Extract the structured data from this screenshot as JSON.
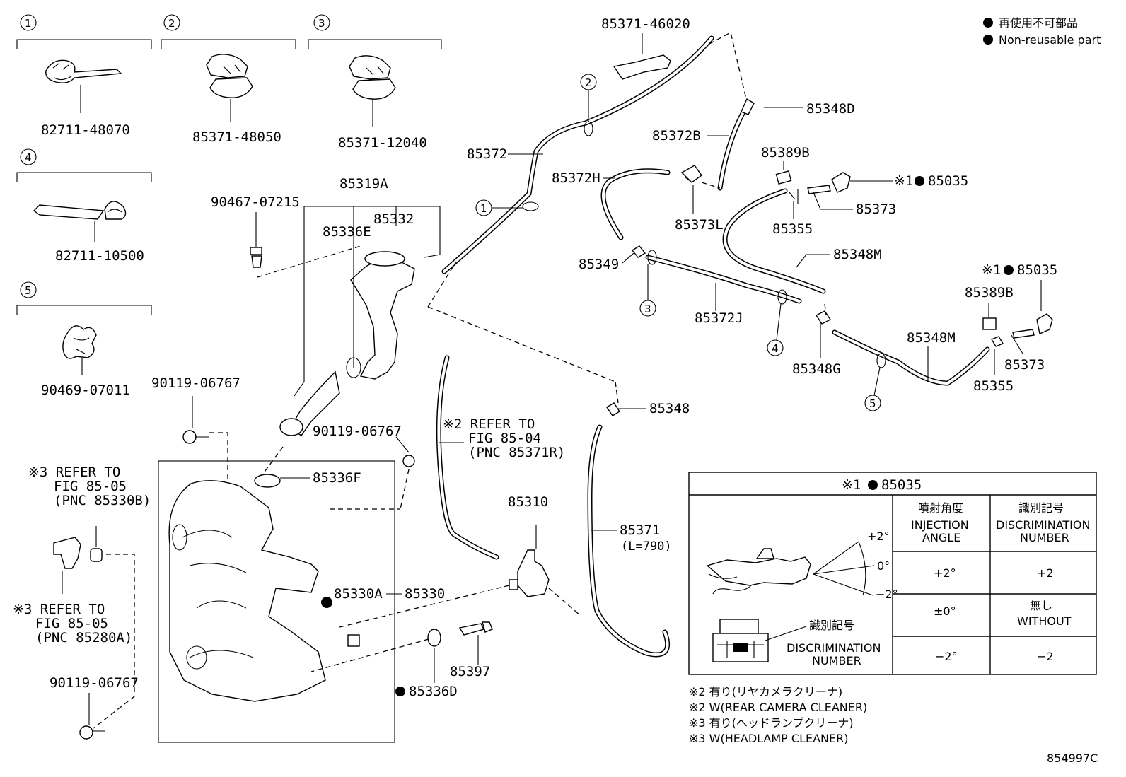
{
  "legend": {
    "jp": "再使用不可部品",
    "en": "Non-reusable part"
  },
  "groups": [
    {
      "num": "1",
      "part": "82711-48070"
    },
    {
      "num": "2",
      "part": "85371-48050"
    },
    {
      "num": "3",
      "part": "85371-12040"
    },
    {
      "num": "4",
      "part": "82711-10500"
    },
    {
      "num": "5",
      "part": "90469-07011"
    }
  ],
  "labels": {
    "p85371_46020": "85371-46020",
    "p85348D": "85348D",
    "p85372B": "85372B",
    "p85372": "85372",
    "p85372H": "85372H",
    "p85389B_1": "85389B",
    "p85035_1": "85035",
    "ref1_1": "※1",
    "p85373_1": "85373",
    "p85373L": "85373L",
    "p85355_1": "85355",
    "p85348M_1": "85348M",
    "p85349": "85349",
    "ref1_2": "※1",
    "p85035_2": "85035",
    "p85389B_2": "85389B",
    "p85372J": "85372J",
    "p85348M_2": "85348M",
    "p85348G": "85348G",
    "p85373_2": "85373",
    "p85355_2": "85355",
    "p85319A": "85319A",
    "p90467": "90467-07215",
    "p85332": "85332",
    "p85336E": "85336E",
    "p90119_a": "90119-06767",
    "p90119_b": "90119-06767",
    "p90119_c": "90119-06767",
    "ref2_a": "※2 REFER TO",
    "ref2_b": "FIG 85-04",
    "ref2_c": "(PNC 85371R)",
    "p85348": "85348",
    "p85336F": "85336F",
    "ref3a_a": "※3 REFER TO",
    "ref3a_b": "FIG 85-05",
    "ref3a_c": "(PNC 85330B)",
    "p85310": "85310",
    "p85371": "85371",
    "p85371_len": "(L=790)",
    "p85330A": "85330A",
    "p85330": "85330",
    "ref3b_a": "※3 REFER TO",
    "ref3b_b": "FIG 85-05",
    "ref3b_c": "(PNC 85280A)",
    "p85397": "85397",
    "p85336D": "85336D",
    "fig_code": "854997C"
  },
  "table": {
    "title_ref": "※1",
    "title_part": "85035",
    "col1_jp": "噴射角度",
    "col1_en1": "INJECTION",
    "col1_en2": "ANGLE",
    "col2_jp": "識別記号",
    "col2_en1": "DISCRIMINATION",
    "col2_en2": "NUMBER",
    "rows": [
      {
        "angle": "+2°",
        "disc": "+2",
        "disc2": ""
      },
      {
        "angle": "±0°",
        "disc": "無し",
        "disc2": "WITHOUT"
      },
      {
        "angle": "−2°",
        "disc": "−2",
        "disc2": ""
      }
    ],
    "spray_pos": "+2°",
    "spray_zero": "0°",
    "spray_neg": "−2°",
    "ident_jp": "識別記号",
    "ident_en1": "DISCRIMINATION",
    "ident_en2": "NUMBER"
  },
  "notes": [
    "※2 有り(リヤカメラクリーナ)",
    "※2 W(REAR CAMERA CLEANER)",
    "※3 有り(ヘッドランプクリーナ)",
    "※3 W(HEADLAMP CLEANER)"
  ]
}
